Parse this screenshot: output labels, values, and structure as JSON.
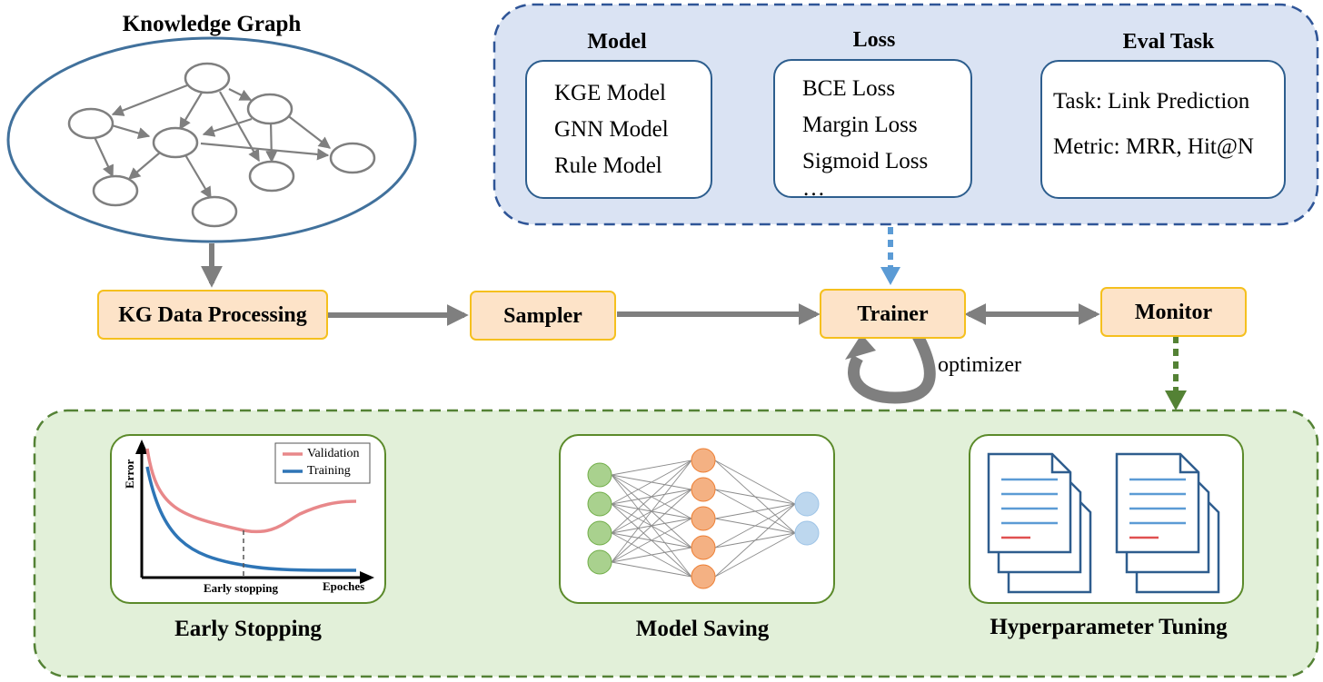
{
  "colors": {
    "stage_fill": "#fde3c8",
    "stage_border": "#f5c01e",
    "arrow_gray": "#7f7f7f",
    "blue_panel_fill": "#dae3f3",
    "blue_panel_border": "#2f5597",
    "green_panel_fill": "#e2f0d9",
    "green_panel_border": "#548235",
    "kg_ellipse_border": "#41719c",
    "dashed_arrow_blue": "#5b9bd5",
    "dashed_arrow_green": "#548235"
  },
  "knowledge_graph": {
    "title": "Knowledge Graph"
  },
  "pipeline": {
    "kg_data_processing": "KG Data Processing",
    "sampler": "Sampler",
    "trainer": "Trainer",
    "monitor": "Monitor",
    "optimizer": "optimizer"
  },
  "components": {
    "model": {
      "title": "Model",
      "items": [
        "KGE Model",
        "GNN Model",
        "Rule Model"
      ]
    },
    "loss": {
      "title": "Loss",
      "items": [
        "BCE Loss",
        "Margin Loss",
        "Sigmoid Loss",
        "…"
      ]
    },
    "eval_task": {
      "title": "Eval Task",
      "items": [
        "Task: Link Prediction",
        "Metric: MRR, Hit@N"
      ]
    }
  },
  "monitor_outputs": {
    "early_stopping": {
      "caption": "Early Stopping",
      "legend": [
        "Validation",
        "Training"
      ],
      "ylabel": "Error",
      "xlabel": "Epoches",
      "marker_label": "Early stopping",
      "series_colors": {
        "validation": "#e8888a",
        "training": "#2e75b6"
      }
    },
    "model_saving": {
      "caption": "Model Saving",
      "layers": [
        4,
        5,
        2
      ],
      "layer_colors": [
        "#a9d18e",
        "#f4b183",
        "#bdd7ee"
      ]
    },
    "hyperparameter_tuning": {
      "caption": "Hyperparameter Tuning",
      "documents": 2
    }
  }
}
